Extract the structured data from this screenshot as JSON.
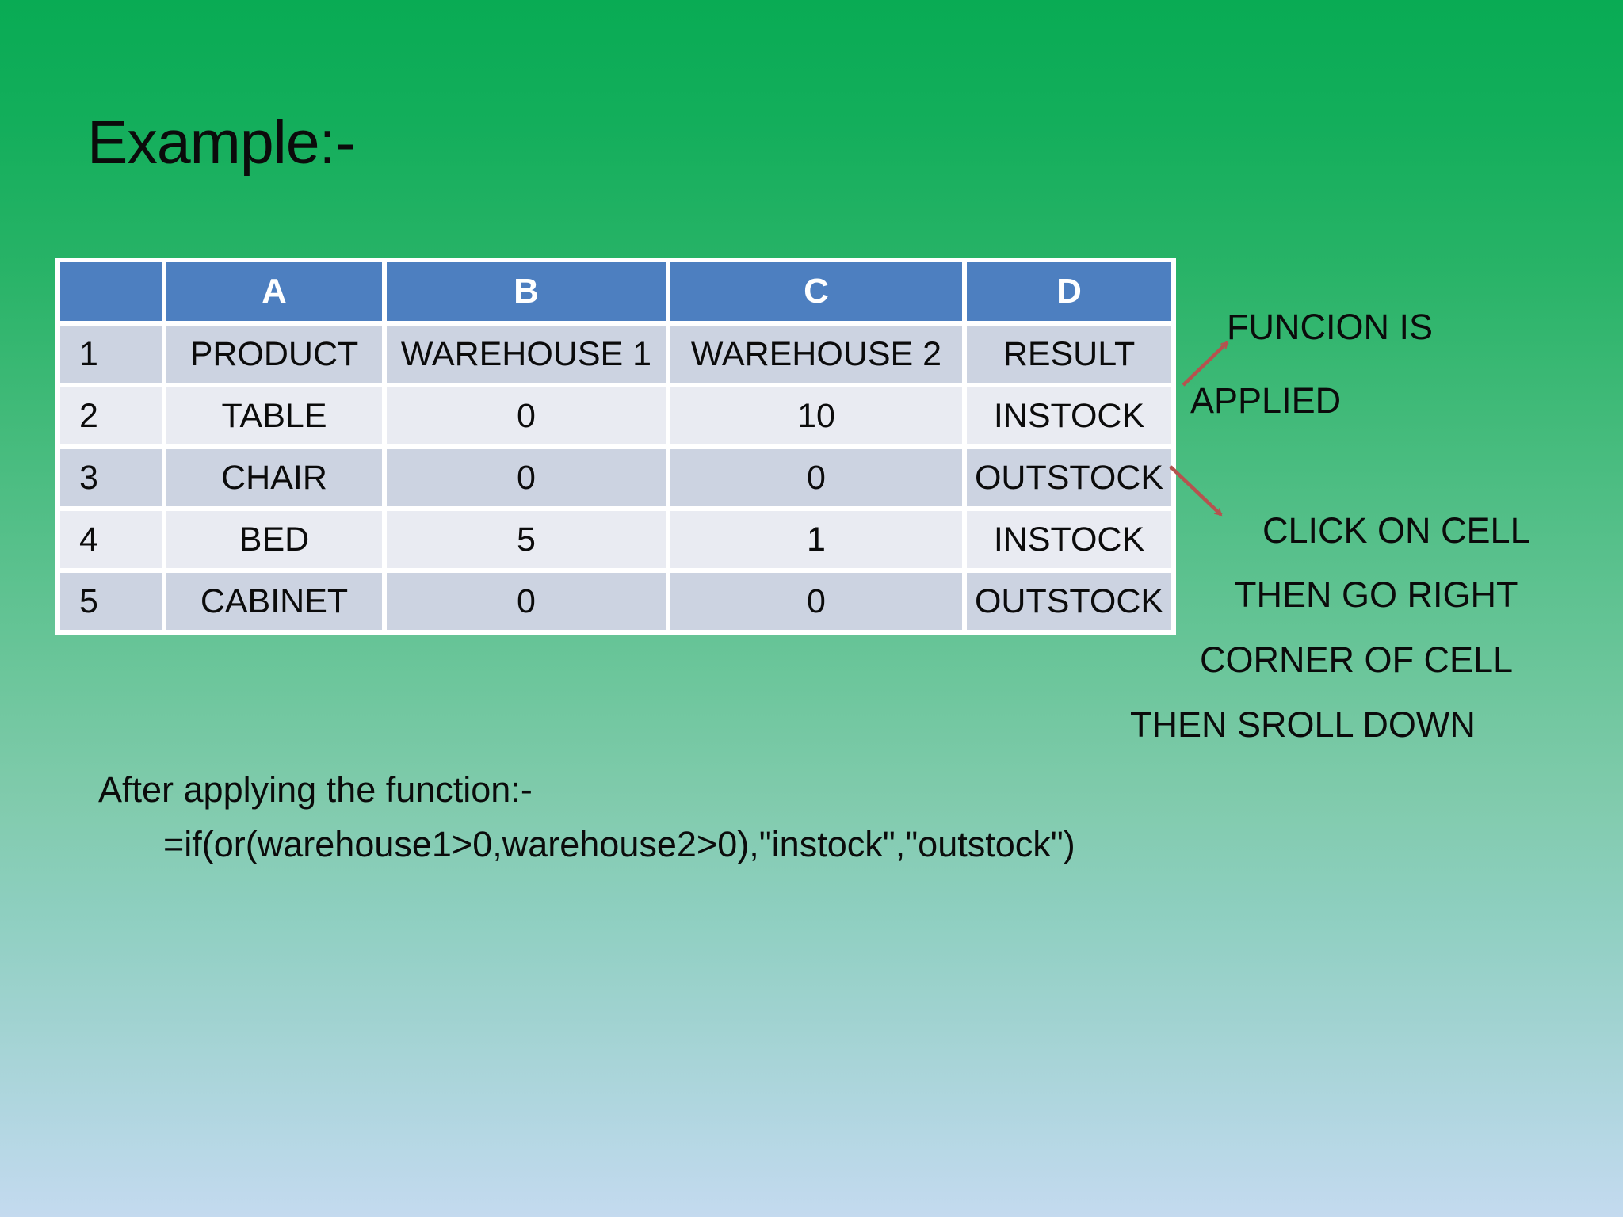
{
  "slide": {
    "title": "Example:-"
  },
  "spreadsheet": {
    "column_headers": [
      "",
      "A",
      "B",
      "C",
      "D"
    ],
    "rows": [
      {
        "num": "1",
        "cells": [
          "PRODUCT",
          "WAREHOUSE 1",
          "WAREHOUSE 2",
          "RESULT"
        ]
      },
      {
        "num": "2",
        "cells": [
          "TABLE",
          "0",
          "10",
          "INSTOCK"
        ]
      },
      {
        "num": "3",
        "cells": [
          "CHAIR",
          "0",
          "0",
          "OUTSTOCK"
        ]
      },
      {
        "num": "4",
        "cells": [
          "BED",
          "5",
          "1",
          "INSTOCK"
        ]
      },
      {
        "num": "5",
        "cells": [
          "CABINET",
          "0",
          "0",
          "OUTSTOCK"
        ]
      }
    ]
  },
  "annotations": {
    "function_applied": {
      "lines": [
        "FUNCION IS",
        "APPLIED"
      ]
    },
    "click_steps": {
      "lines": [
        "CLICK ON CELL",
        "THEN GO RIGHT",
        "CORNER OF CELL",
        "THEN SROLL DOWN"
      ]
    },
    "arrow_icons": [
      "up-right-arrow-icon",
      "down-right-arrow-icon"
    ]
  },
  "footer": {
    "intro": "After applying the function:-",
    "formula": "=if(or(warehouse1>0,warehouse2>0),\"instock\",\"outstock\")"
  },
  "colors": {
    "background_top": "#09ab54",
    "background_bottom": "#c4daef",
    "table_header": "#4d7fc0",
    "row_band_dark": "#ccd3e1",
    "row_band_light": "#e9ebf2",
    "gridline": "#ffffff",
    "arrow": "#b5534f",
    "text": "#0b0b0b",
    "header_text": "#ffffff"
  }
}
